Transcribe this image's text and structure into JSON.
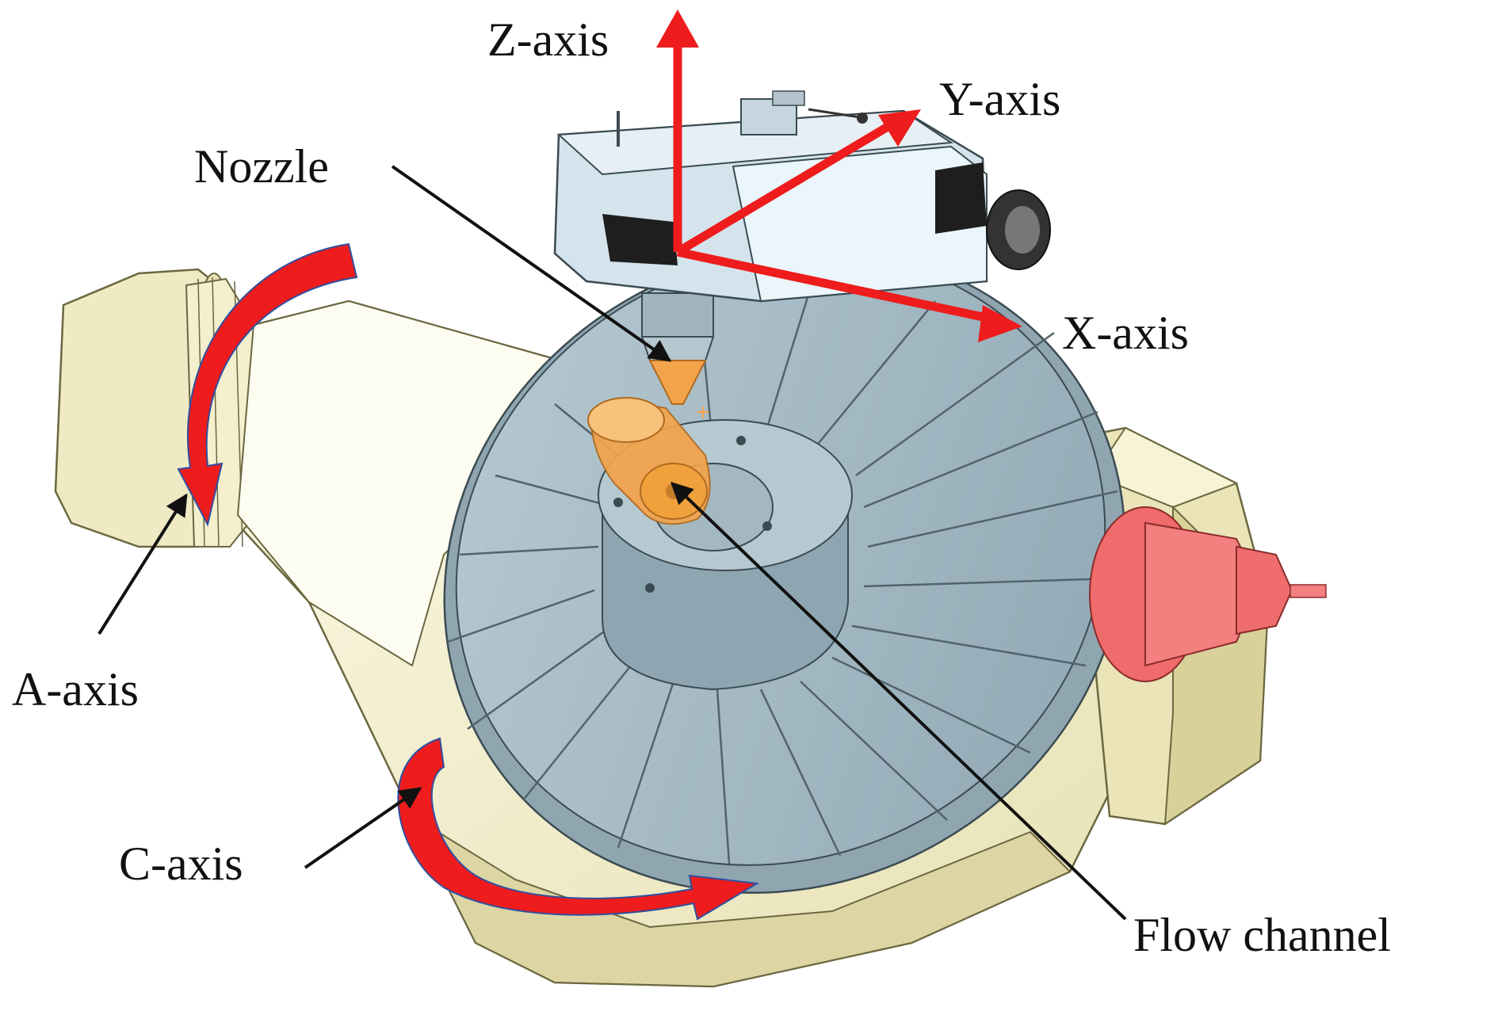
{
  "labels": {
    "z_axis": "Z-axis",
    "y_axis": "Y-axis",
    "x_axis": "X-axis",
    "nozzle": "Nozzle",
    "a_axis": "A-axis",
    "c_axis": "C-axis",
    "flow_channel": "Flow channel"
  },
  "colors": {
    "axis_arrow": "#ee1c1c",
    "frame": "#f2eecb",
    "frame_dark": "#d6cf9c",
    "table": "#a9bdc7",
    "table_dark": "#7f98a4",
    "head": "#cfe0ea",
    "flow_channel": "#f0a13c",
    "spindle": "#f06b6b",
    "leader": "#111111"
  }
}
